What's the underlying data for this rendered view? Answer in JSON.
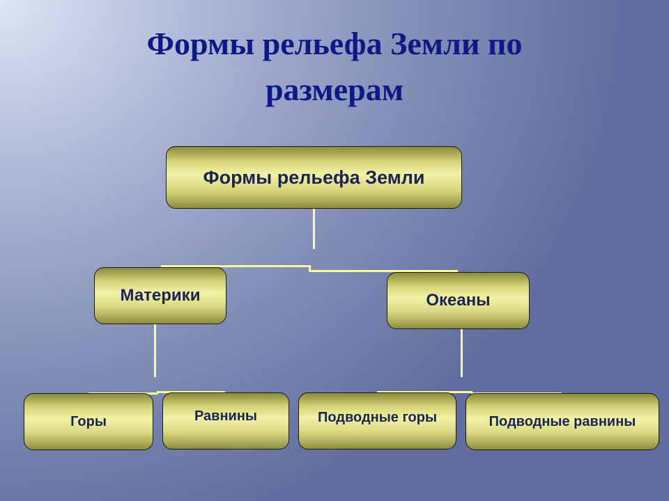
{
  "title": {
    "line1": "Формы рельефа Земли по",
    "line2": "размерам"
  },
  "nodes": {
    "root": "Формы рельефа Земли",
    "continents": "Материки",
    "oceans": "Океаны",
    "mountains": "Горы",
    "plains": "Равнины",
    "underwater_mountains": "Подводные горы",
    "underwater_plains": "Подводные равнины"
  },
  "colors": {
    "title": "#0d1a86",
    "connector": "#ffff99",
    "text": "#1a2450"
  }
}
